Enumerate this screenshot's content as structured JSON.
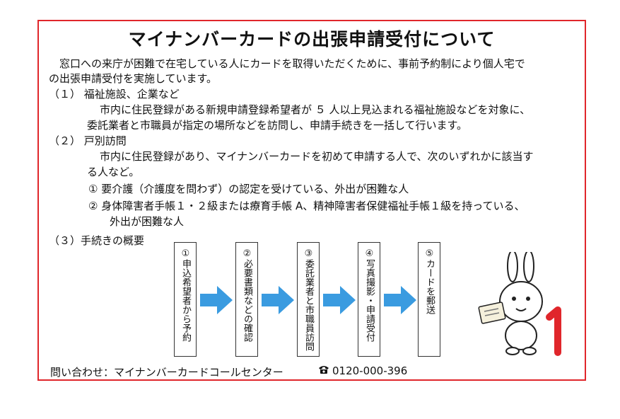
{
  "title": "マイナンバーカードの出張申請受付について",
  "intro": [
    "　窓口への来庁が困難で在宅している人にカードを取得いただくために、事前予約制により個人宅で",
    "の出張申請受付を実施しています。"
  ],
  "section1": {
    "heading": "（１）  福祉施設、企業など",
    "body": [
      "市内に住民登録がある新規申請登録希望者が ５ 人以上見込まれる福祉施設などを対象に、",
      "委託業者と市職員が指定の場所などを訪問し、申請手続きを一括して行います。"
    ]
  },
  "section2": {
    "heading": "（２）  戸別訪問",
    "body": [
      "市内に住民登録があり、マイナンバーカードを初めて申請する人で、次のいずれかに該当す",
      "る人など。"
    ],
    "items": [
      "①  要介護（介護度を問わず）の認定を受けている、外出が困難な人",
      "②  身体障害者手帳１・２級または療育手帳 A、精神障害者保健福祉手帳１級を持っている、",
      "外出が困難な人"
    ]
  },
  "section3": {
    "heading": "（３）手続きの概要",
    "steps": [
      "①申込希望者から予約",
      "②必要書類などの確認",
      "③委託業者と市職員訪問",
      "④写真撮影・申請受付",
      "⑤カードを郵送"
    ]
  },
  "contact": {
    "label": "問い合わせ：マイナンバーカードコールセンター",
    "phone": "0120-000-396",
    "phone_icon": "telephone-icon"
  },
  "colors": {
    "border": "#e0262b",
    "arrow": "#3a9be0",
    "mascot_accent": "#e0262b"
  }
}
